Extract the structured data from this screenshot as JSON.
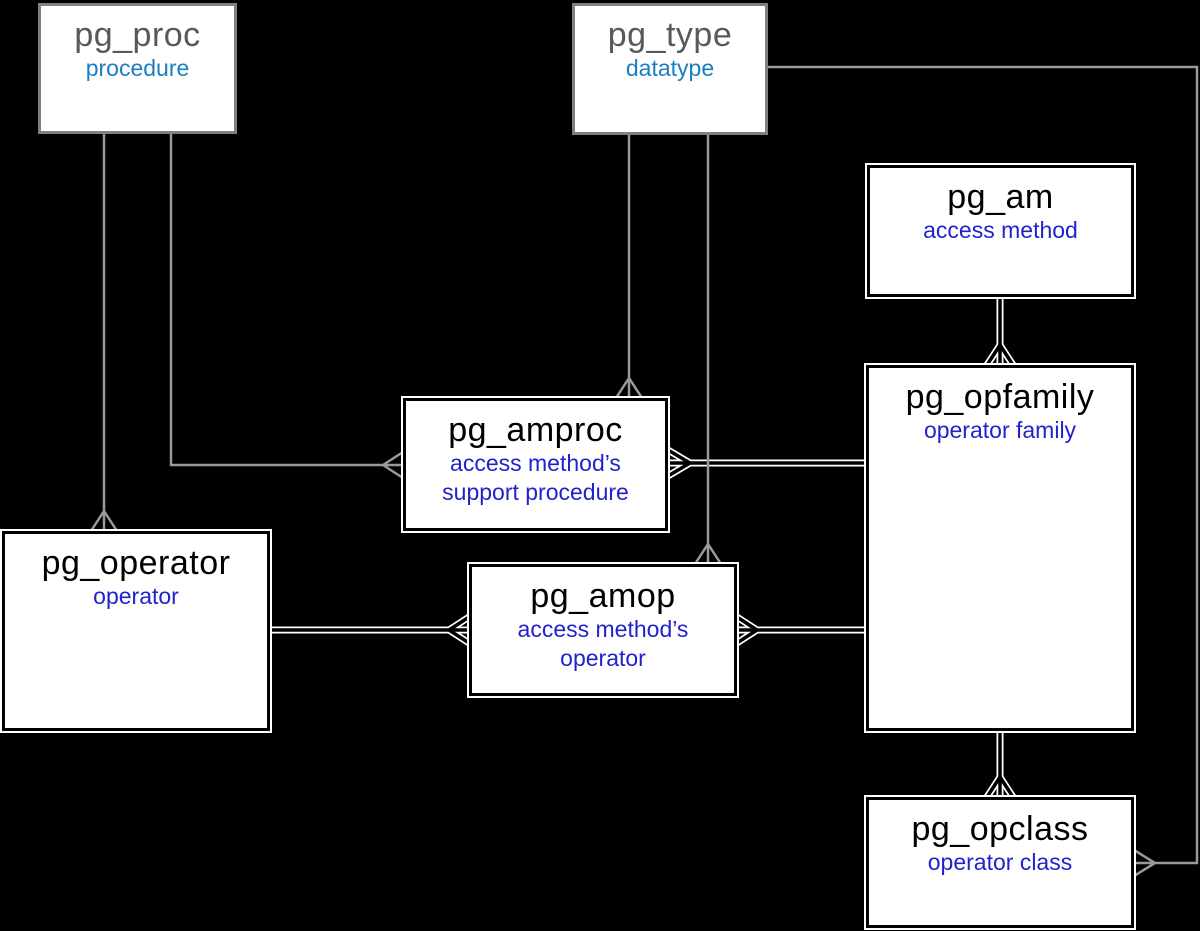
{
  "diagram": {
    "background": "#000000",
    "nodes": [
      {
        "id": "pg_proc",
        "title": "pg_proc",
        "subtitle": "procedure",
        "emphasis": "muted"
      },
      {
        "id": "pg_type",
        "title": "pg_type",
        "subtitle": "datatype",
        "emphasis": "muted"
      },
      {
        "id": "pg_am",
        "title": "pg_am",
        "subtitle": "access method",
        "emphasis": "highlight"
      },
      {
        "id": "pg_amproc",
        "title": "pg_amproc",
        "subtitle": "access method’s support procedure",
        "emphasis": "highlight"
      },
      {
        "id": "pg_opfamily",
        "title": "pg_opfamily",
        "subtitle": "operator family",
        "emphasis": "highlight"
      },
      {
        "id": "pg_operator",
        "title": "pg_operator",
        "subtitle": "operator",
        "emphasis": "highlight"
      },
      {
        "id": "pg_amop",
        "title": "pg_amop",
        "subtitle": "access method’s operator",
        "emphasis": "highlight"
      },
      {
        "id": "pg_opclass",
        "title": "pg_opclass",
        "subtitle": "operator class",
        "emphasis": "highlight"
      }
    ],
    "edges": [
      {
        "from": "pg_proc",
        "to": "pg_operator",
        "many_at": "pg_operator",
        "color": "gray"
      },
      {
        "from": "pg_proc",
        "to": "pg_amproc",
        "many_at": "pg_amproc",
        "color": "gray"
      },
      {
        "from": "pg_type",
        "to": "pg_amproc",
        "many_at": "pg_amproc",
        "color": "gray"
      },
      {
        "from": "pg_type",
        "to": "pg_amop",
        "many_at": "pg_amop",
        "color": "gray"
      },
      {
        "from": "pg_type",
        "to": "pg_opclass",
        "many_at": "pg_opclass",
        "color": "gray"
      },
      {
        "from": "pg_am",
        "to": "pg_opfamily",
        "many_at": "pg_opfamily",
        "color": "black"
      },
      {
        "from": "pg_opfamily",
        "to": "pg_amproc",
        "many_at": "pg_amproc",
        "color": "black"
      },
      {
        "from": "pg_operator",
        "to": "pg_amop",
        "many_at": "pg_amop",
        "color": "black"
      },
      {
        "from": "pg_opfamily",
        "to": "pg_amop",
        "many_at": "pg_amop",
        "color": "black"
      },
      {
        "from": "pg_opfamily",
        "to": "pg_opclass",
        "many_at": "pg_opclass",
        "color": "black"
      }
    ],
    "colors": {
      "node_fill": "#ffffff",
      "muted_border": "#808080",
      "muted_title": "#595959",
      "muted_subtitle": "#1b7ec2",
      "highlight_border": "#000000",
      "highlight_title": "#000000",
      "highlight_subtitle": "#2222cc",
      "gray_line": "#9a9a9a",
      "black_line_outline": "#ffffff"
    }
  }
}
